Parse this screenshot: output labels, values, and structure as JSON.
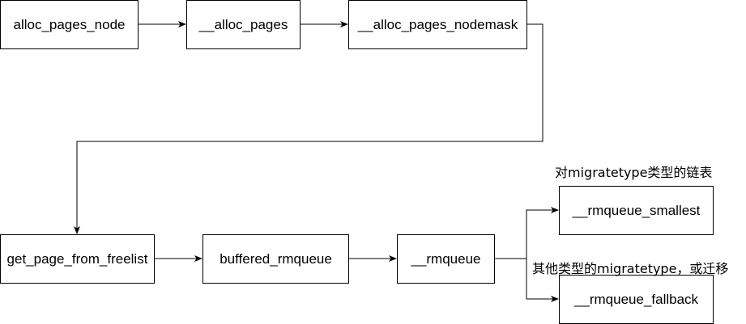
{
  "nodes": {
    "alloc_pages_node": "alloc_pages_node",
    "alloc_pages": "__alloc_pages",
    "alloc_pages_nodemask": "__alloc_pages_nodemask",
    "get_page_from_freelist": "get_page_from_freelist",
    "buffered_rmqueue": "buffered_rmqueue",
    "rmqueue": "__rmqueue",
    "rmqueue_smallest": "__rmqueue_smallest",
    "rmqueue_fallback": "__rmqueue_fallback"
  },
  "annotations": {
    "smallest_note": "对migratetype类型的链表",
    "fallback_note": "其他类型的migratetype，或迁移"
  },
  "colors": {
    "stroke": "#000000",
    "fill": "#ffffff"
  }
}
